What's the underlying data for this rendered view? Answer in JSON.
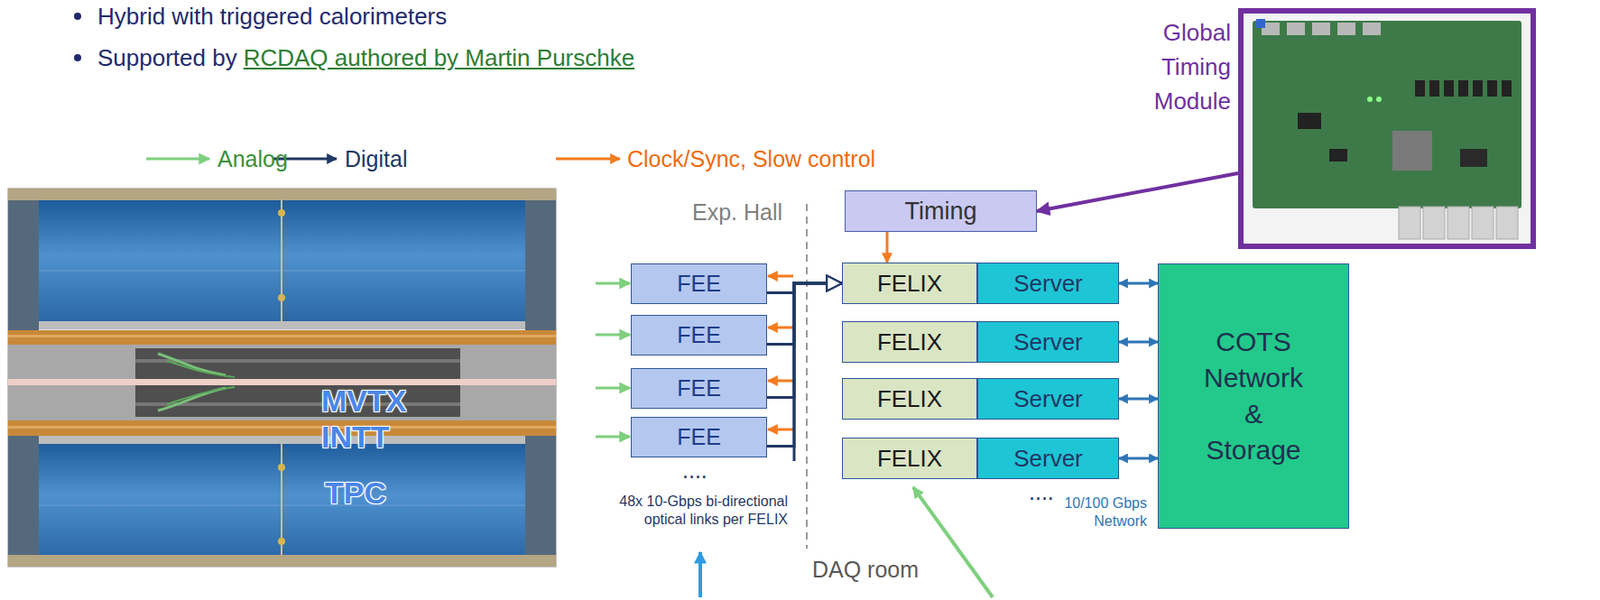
{
  "diagram": {
    "nodes": [
      {
        "text": [
          "Global Timing Module"
        ]
      },
      {
        "text": [
          "Timing"
        ]
      },
      {
        "text": [
          "FEE"
        ]
      },
      {
        "text": [
          "FELIX"
        ]
      },
      {
        "text": [
          "Server"
        ]
      },
      {
        "text": [
          "FEE"
        ]
      },
      {
        "text": [
          "FELIX"
        ]
      },
      {
        "text": [
          "Server"
        ]
      },
      {
        "text": [
          "FEE"
        ]
      },
      {
        "text": [
          "FELIX"
        ]
      },
      {
        "text": [
          "Server"
        ]
      },
      {
        "text": [
          "FEE"
        ]
      },
      {
        "text": [
          "FELIX"
        ]
      },
      {
        "text": [
          "Server"
        ]
      },
      {
        "text": [
          "COTS Network & Storage"
        ]
      }
    ],
    "edges": [
      {
        "from": 0,
        "to": 1,
        "arrow": "to"
      },
      {
        "from": 1,
        "to": 3,
        "arrow": "to"
      },
      {
        "from": 2,
        "to": 3,
        "arrow": "to"
      },
      {
        "from": 5,
        "to": 3,
        "arrow": "to"
      },
      {
        "from": 8,
        "to": 3,
        "arrow": "to"
      },
      {
        "from": 11,
        "to": 3,
        "arrow": "to"
      },
      {
        "from": 4,
        "to": 14,
        "arrow": "both"
      },
      {
        "from": 7,
        "to": 14,
        "arrow": "both"
      },
      {
        "from": 10,
        "to": 14,
        "arrow": "both"
      },
      {
        "from": 13,
        "to": 14,
        "arrow": "both"
      }
    ],
    "labels": [
      "Hybrid with triggered calorimeters",
      "Supported by",
      "RCDAQ authored by Martin Purschke",
      "MVTX",
      "INTT",
      "TPC",
      "Exp. Hall",
      "DAQ room",
      "....",
      "48x 10-Gbps bi-directional optical links per FELIX",
      "....",
      "10/100 Gbps Network"
    ],
    "legend": [
      {
        "text": "Analog"
      },
      {
        "text": "Digital"
      },
      {
        "text": "Clock/Sync, Slow control"
      }
    ]
  }
}
